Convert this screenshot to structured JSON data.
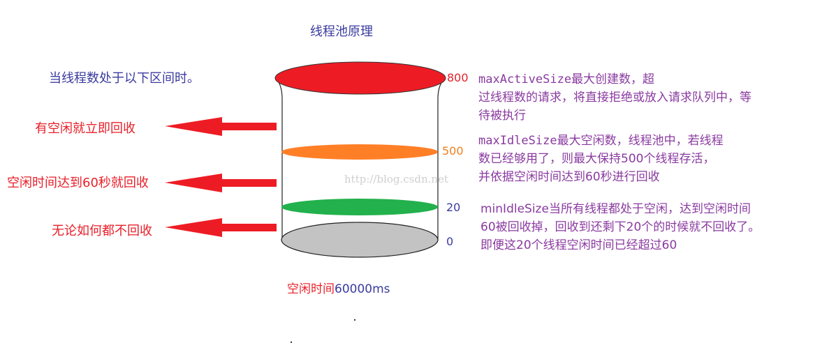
{
  "diagram": {
    "title": "线程池原理",
    "question": "当线程数处于以下区间时。",
    "levels": {
      "max": "800",
      "idle": "500",
      "min": "20",
      "zero": "0"
    },
    "left_labels": [
      "有空闲就立即回收",
      "空闲时间达到60秒就回收",
      "无论如何都不回收"
    ],
    "descriptions": {
      "max_active": {
        "line1_code": "maxActiveSize",
        "line1_rest": "最大创建数，超",
        "line2": "过线程数的请求，将直接拒绝或放入请求队列中，等",
        "line3": "待被执行"
      },
      "max_idle": {
        "line1_code": "maxIdleSize",
        "line1_rest": "最大空闲数，线程池中，若线程",
        "line2": "数已经够用了，则最大保持500个线程存活，",
        "line3": "并依据空闲时间达到60秒进行回收"
      },
      "min_idle": {
        "line1": "minIdleSize当所有线程都处于空闲，达到空闲时间",
        "line2": "60被回收掉，回收到还剩下20个的时候就不回收了。",
        "line3": "即便这20个线程空闲时间已经超过60"
      }
    },
    "idle_timeout": {
      "label": "空闲时间",
      "value": "60000ms"
    },
    "watermark": "http://blog.csdn.net",
    "colors": {
      "top_ellipse": "#ed1c24",
      "idle_ellipse": "#ff7f27",
      "min_ellipse": "#22b14c",
      "bottom_ellipse": "#c3c3c3",
      "arrow": "#ed1c24",
      "title_blue": "#3a3aa0",
      "desc_purple": "#8a3aa0"
    }
  }
}
